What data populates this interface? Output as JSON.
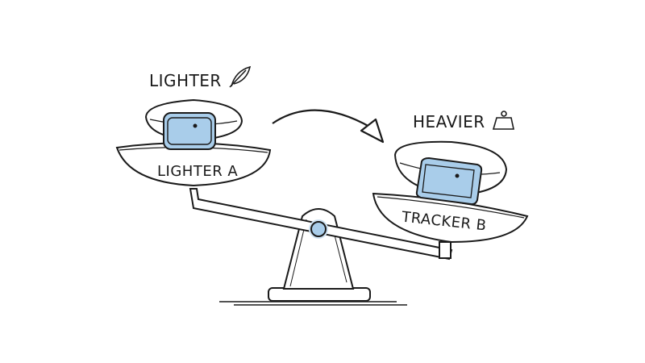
{
  "diagram": {
    "title_left": "LIGHTER",
    "title_right": "HEAVIER",
    "left_icon": "feather-icon",
    "right_icon": "weight-icon",
    "left_pan_label": "LIGHTER A",
    "right_pan_label": "TRACKER B",
    "arrow": "curved-arrow-left-to-right",
    "colors": {
      "stroke": "#1a1a1a",
      "accent_blue": "#a9cdea",
      "accent_blue_dark": "#7fb3dc",
      "background": "#ffffff"
    }
  }
}
